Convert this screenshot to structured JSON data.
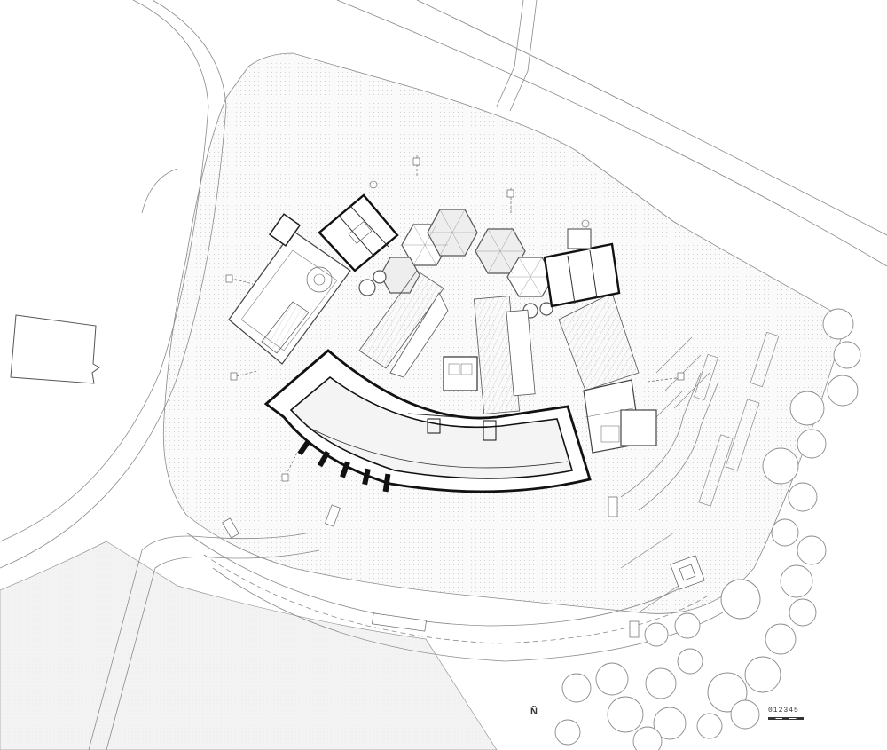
{
  "drawing": {
    "type": "architectural site plan",
    "north_marker": "Ñ",
    "scale_label": "012345",
    "colors": {
      "line": "#7a7a7a",
      "wall": "#111111",
      "ground_hatch": "#f1f1f1",
      "field": "#f4f4f4",
      "tree": "#9a9a9a"
    }
  }
}
